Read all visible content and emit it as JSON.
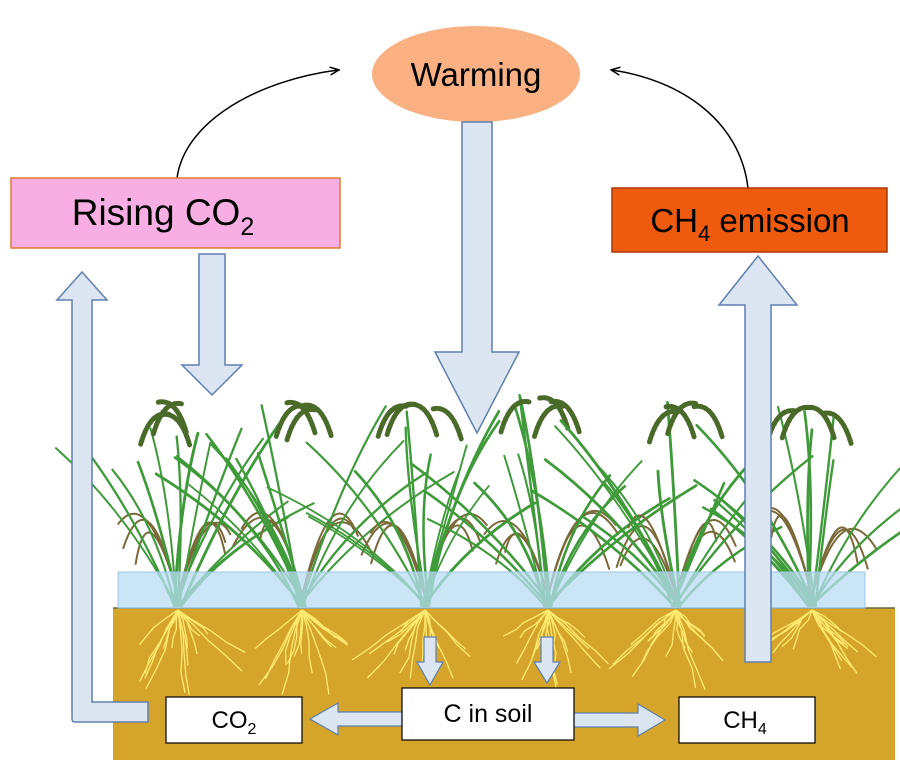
{
  "nodes": {
    "warming": "Warming",
    "rising_co2": {
      "text": "Rising CO",
      "sub": "2"
    },
    "ch4_emission": {
      "pre": "CH",
      "sub": "4",
      "post": " emission"
    },
    "co2_box": {
      "text": "CO",
      "sub": "2"
    },
    "c_in_soil": "C in soil",
    "ch4_box": {
      "text": "CH",
      "sub": "4"
    }
  },
  "colors": {
    "warming_fill": "#f9b183",
    "rising_co2_fill": "#f7aee2",
    "ch4_emission_fill": "#ee5a0e",
    "arrow_fill": "#dce6f2",
    "arrow_stroke": "#5e7fb0",
    "water": "#b8dcf3",
    "soil": "#d4a52a",
    "roots": "#ffea70",
    "leaf_green": "#3f9a3a",
    "leaf_dry": "#7a6a3a"
  }
}
